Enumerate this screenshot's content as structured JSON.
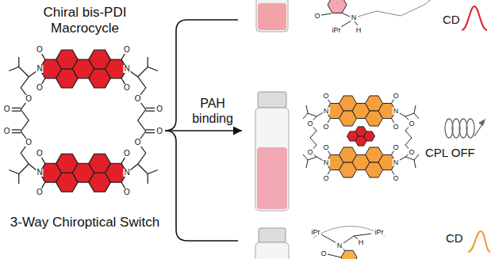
{
  "diagram": {
    "nodes": [
      {
        "text": [
          "Chiral bis-PDI Macrocycle",
          "3-Way Chiroptical Switch"
        ]
      },
      {
        "text": [
          "CD"
        ]
      },
      {
        "text": [
          "CPL OFF"
        ]
      },
      {
        "text": [
          "CD"
        ]
      }
    ],
    "edges": [
      {
        "from": 0,
        "to": 1,
        "arrow": "none"
      },
      {
        "from": 0,
        "to": 2,
        "label": "PAH binding",
        "arrow": "to"
      },
      {
        "from": 0,
        "to": 3,
        "arrow": "none"
      }
    ],
    "labels": [
      "N",
      "N",
      "N",
      "N",
      "O",
      "O",
      "O",
      "O",
      "O",
      "O",
      "O",
      "O",
      "O",
      "O",
      "O",
      "O",
      "O",
      "O",
      "O",
      "O",
      "N",
      "N",
      "N",
      "N",
      "O",
      "O",
      "O",
      "O",
      "O",
      "O",
      "O",
      "O",
      "O",
      "O",
      "O",
      "O",
      "O",
      "N",
      "H",
      "iPr",
      "iPr",
      "iPr",
      "H",
      "N",
      "O"
    ]
  }
}
